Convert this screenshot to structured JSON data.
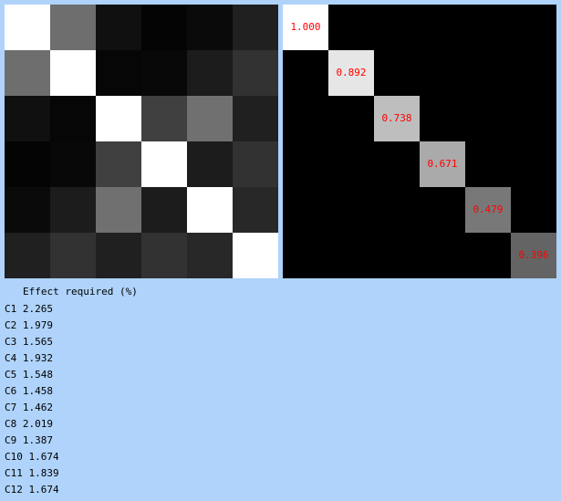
{
  "correlation_matrix": {
    "size": 6,
    "gray_levels": [
      [
        255,
        110,
        16,
        4,
        10,
        32
      ],
      [
        110,
        255,
        6,
        8,
        28,
        50
      ],
      [
        16,
        6,
        255,
        64,
        112,
        32
      ],
      [
        4,
        8,
        64,
        255,
        28,
        50
      ],
      [
        10,
        28,
        112,
        28,
        255,
        40
      ],
      [
        32,
        50,
        32,
        50,
        40,
        255
      ]
    ]
  },
  "eigenvalue_display": {
    "values": [
      "1.000",
      "0.892",
      "0.738",
      "0.671",
      "0.479",
      "0.396"
    ],
    "gray_levels": [
      255,
      230,
      190,
      170,
      120,
      100
    ],
    "label_color": "#ff0000"
  },
  "effect_table": {
    "heading": "Effect required (%)",
    "rows": [
      {
        "name": "C1",
        "value": "2.265"
      },
      {
        "name": "C2",
        "value": "1.979"
      },
      {
        "name": "C3",
        "value": "1.565"
      },
      {
        "name": "C4",
        "value": "1.932"
      },
      {
        "name": "C5",
        "value": "1.548"
      },
      {
        "name": "C6",
        "value": "1.458"
      },
      {
        "name": "C7",
        "value": "1.462"
      },
      {
        "name": "C8",
        "value": "2.019"
      },
      {
        "name": "C9",
        "value": "1.387"
      },
      {
        "name": "C10",
        "value": "1.674"
      },
      {
        "name": "C11",
        "value": "1.839"
      },
      {
        "name": "C12",
        "value": "1.674"
      }
    ]
  },
  "colors": {
    "background": "#afd3fb",
    "text": "#000000"
  }
}
